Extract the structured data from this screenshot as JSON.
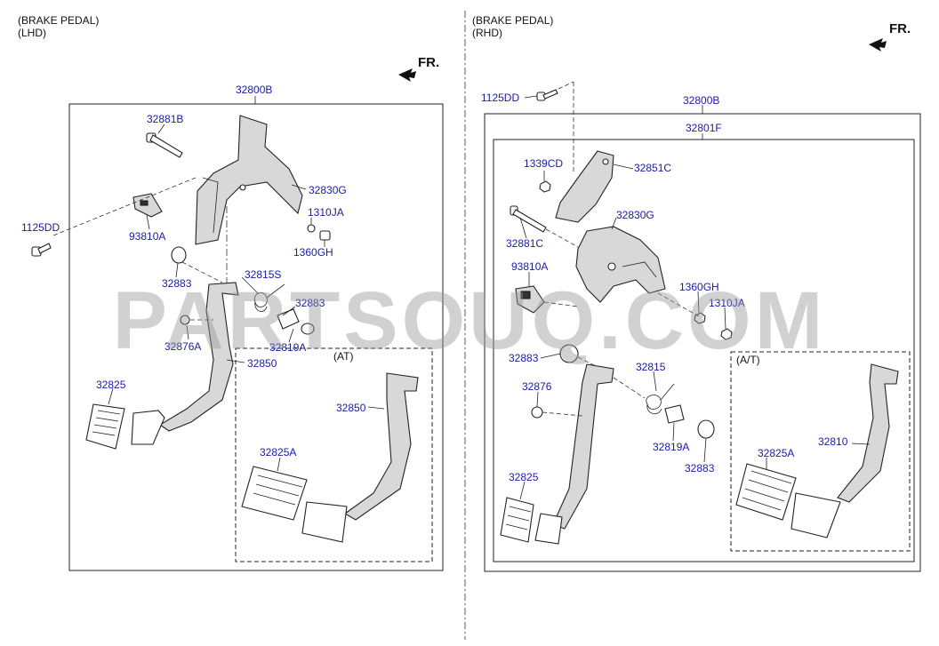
{
  "headers": {
    "left_line1": "(BRAKE PEDAL)",
    "left_line2": "(LHD)",
    "right_line1": "(BRAKE PEDAL)",
    "right_line2": "(RHD)"
  },
  "direction_label": "FR.",
  "watermark": "PARTSOUQ.COM",
  "lhd": {
    "assembly": "32800B",
    "parts": {
      "p32881B": "32881B",
      "p32830G": "32830G",
      "p1310JA": "1310JA",
      "p1360GH": "1360GH",
      "p1125DD": "1125DD",
      "p93810A": "93810A",
      "p32815S": "32815S",
      "p32883a": "32883",
      "p32883b": "32883",
      "p32876A": "32876A",
      "p32819A": "32819A",
      "p32850": "32850",
      "p32825": "32825"
    },
    "at_label": "(AT)",
    "at_parts": {
      "p32850": "32850",
      "p32825A": "32825A"
    }
  },
  "rhd": {
    "assembly": "32800B",
    "sub_assembly": "32801F",
    "parts": {
      "p1125DD": "1125DD",
      "p1339CD": "1339CD",
      "p32851C": "32851C",
      "p32830G": "32830G",
      "p32881C": "32881C",
      "p93810A": "93810A",
      "p1360GH": "1360GH",
      "p1310JA": "1310JA",
      "p32883a": "32883",
      "p32815": "32815",
      "p32876": "32876",
      "p32819A": "32819A",
      "p32883b": "32883",
      "p32825": "32825"
    },
    "at_label": "(A/T)",
    "at_parts": {
      "p32825A": "32825A",
      "p32810": "32810"
    }
  },
  "colors": {
    "label": "#1a1aa8",
    "line": "#222222",
    "watermark": "#9a9a9a"
  }
}
